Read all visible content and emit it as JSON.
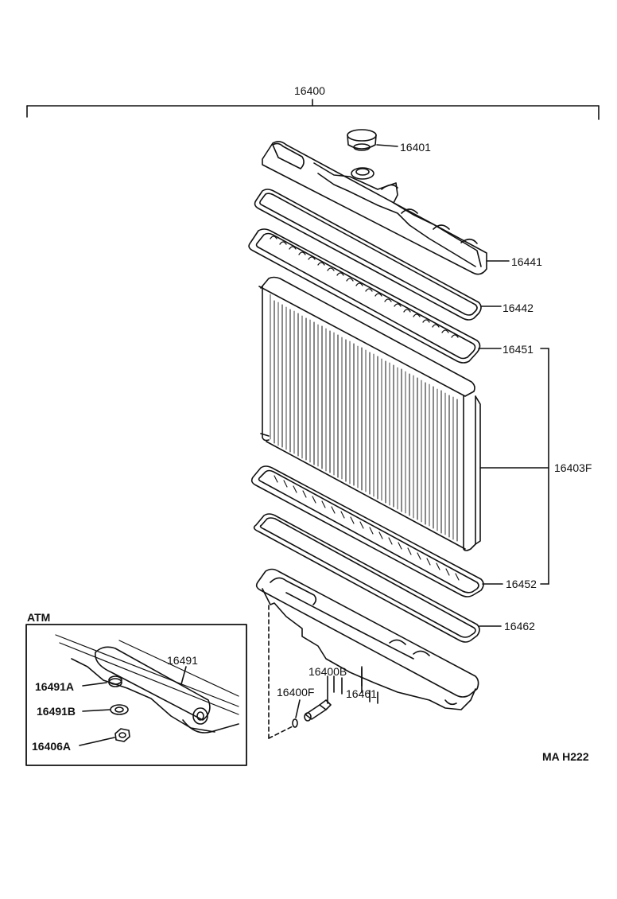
{
  "labels": {
    "assembly": "16400",
    "cap": "16401",
    "upper_tank": "16441",
    "upper_gasket": "16442",
    "upper_plate": "16451",
    "core": "16403F",
    "lower_plate": "16452",
    "lower_gasket": "16462",
    "lower_tank": "16461",
    "drain_cock": "16400B",
    "drain_oring": "16400F",
    "atm_title": "ATM",
    "oil_cooler_pipe": "16491",
    "washer_a": "16491A",
    "washer_b": "16491B",
    "nut": "16406A",
    "figure_code": "MA H222"
  }
}
